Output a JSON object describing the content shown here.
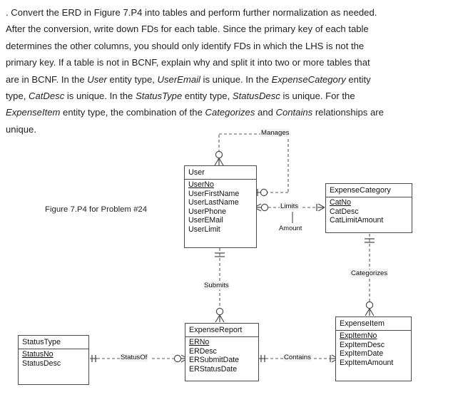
{
  "problem": {
    "lines": [
      [
        {
          "t": ". Convert the ERD in Figure 7.P4 into tables and perform further normalization as needed.",
          "i": false
        }
      ],
      [
        {
          "t": "After the conversion, write down FDs for each table.  Since the primary key of each table",
          "i": false
        }
      ],
      [
        {
          "t": "determines the other columns, you should only identify FDs in which the LHS is not the",
          "i": false
        }
      ],
      [
        {
          "t": "primary key. If a table is not in BCNF, explain why and split it into two or more tables that",
          "i": false
        }
      ],
      [
        {
          "t": "are in BCNF. In the ",
          "i": false
        },
        {
          "t": "User",
          "i": true
        },
        {
          "t": " entity type, ",
          "i": false
        },
        {
          "t": "UserEmail",
          "i": true
        },
        {
          "t": " is unique. In the ",
          "i": false
        },
        {
          "t": "ExpenseCategory",
          "i": true
        },
        {
          "t": " entity",
          "i": false
        }
      ],
      [
        {
          "t": "type, ",
          "i": false
        },
        {
          "t": "CatDesc",
          "i": true
        },
        {
          "t": " is unique. In the ",
          "i": false
        },
        {
          "t": "StatusType",
          "i": true
        },
        {
          "t": " entity type, ",
          "i": false
        },
        {
          "t": "StatusDesc",
          "i": true
        },
        {
          "t": " is unique. For the",
          "i": false
        }
      ],
      [
        {
          "t": "ExpenseItem",
          "i": true
        },
        {
          "t": " entity type, the combination of the ",
          "i": false
        },
        {
          "t": "Categorizes",
          "i": true
        },
        {
          "t": " and ",
          "i": false
        },
        {
          "t": "Contains",
          "i": true
        },
        {
          "t": " relationships are",
          "i": false
        }
      ],
      [
        {
          "t": "unique.",
          "i": false
        }
      ]
    ]
  },
  "figure": {
    "caption": "Figure 7.P4 for Problem #24",
    "entities": [
      {
        "id": "user",
        "name": "User",
        "attributes": [
          {
            "label": "UserNo",
            "pk": true
          },
          {
            "label": "UserFirstName",
            "pk": false
          },
          {
            "label": "UserLastName",
            "pk": false
          },
          {
            "label": "UserPhone",
            "pk": false
          },
          {
            "label": "UserEMail",
            "pk": false
          },
          {
            "label": "UserLimit",
            "pk": false
          }
        ]
      },
      {
        "id": "expensecategory",
        "name": "ExpenseCategory",
        "attributes": [
          {
            "label": "CatNo",
            "pk": true
          },
          {
            "label": "CatDesc",
            "pk": false
          },
          {
            "label": "CatLimitAmount",
            "pk": false
          }
        ]
      },
      {
        "id": "expensereport",
        "name": "ExpenseReport",
        "attributes": [
          {
            "label": "ERNo",
            "pk": true
          },
          {
            "label": "ERDesc",
            "pk": false
          },
          {
            "label": "ERSubmitDate",
            "pk": false
          },
          {
            "label": "ERStatusDate",
            "pk": false
          }
        ]
      },
      {
        "id": "expenseitem",
        "name": "ExpenseItem",
        "attributes": [
          {
            "label": "ExpItemNo",
            "pk": true
          },
          {
            "label": "ExpItemDesc",
            "pk": false
          },
          {
            "label": "ExpItemDate",
            "pk": false
          },
          {
            "label": "ExpItemAmount",
            "pk": false
          }
        ]
      },
      {
        "id": "statustype",
        "name": "StatusType",
        "attributes": [
          {
            "label": "StatusNo",
            "pk": true
          },
          {
            "label": "StatusDesc",
            "pk": false
          }
        ]
      }
    ],
    "relationships": [
      {
        "id": "manages",
        "label": "Manages"
      },
      {
        "id": "limits",
        "label": "Limits"
      },
      {
        "id": "submits",
        "label": "Submits"
      },
      {
        "id": "categorizes",
        "label": "Categorizes"
      },
      {
        "id": "contains",
        "label": "Contains"
      },
      {
        "id": "statusof",
        "label": "StatusOf"
      }
    ],
    "relationship_attributes": [
      {
        "id": "amount",
        "label": "Amount"
      }
    ],
    "colors": {
      "line": "#5a5a5a",
      "box_border": "#4a4a4a",
      "text": "#111111",
      "label_bg": "#f2f2f2",
      "background": "#ffffff"
    }
  }
}
